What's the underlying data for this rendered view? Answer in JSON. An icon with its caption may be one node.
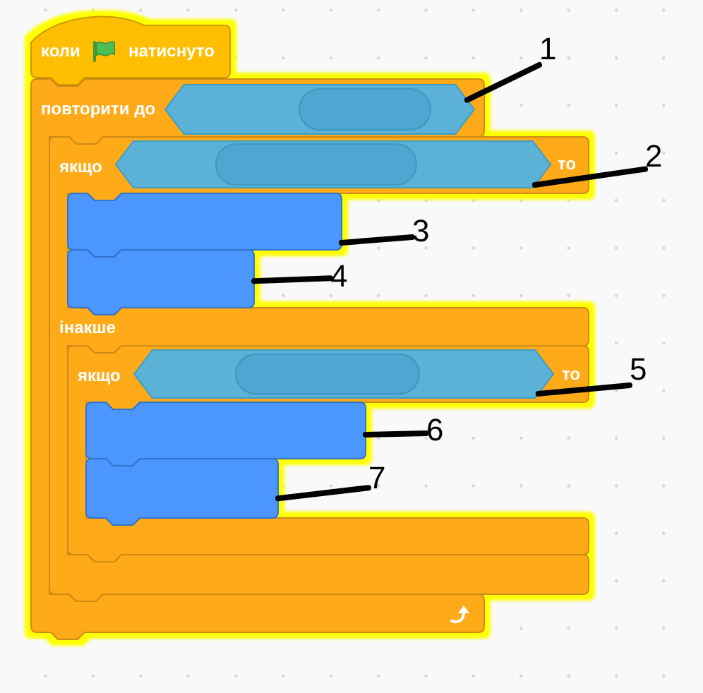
{
  "diagram": {
    "nodes": [
      {
        "text": [
          "коли",
          "натиснуто"
        ]
      },
      {
        "text": [
          "повторити до"
        ]
      },
      {
        "text": [],
        "shape": "hexagon",
        "in": 1
      },
      {
        "text": [
          "якщо",
          "то",
          "інакше"
        ]
      },
      {
        "text": [],
        "shape": "hexagon",
        "in": 3
      },
      {
        "text": [],
        "shape": "box",
        "in": 3
      },
      {
        "text": [],
        "shape": "box",
        "in": 3
      },
      {
        "text": [
          "якщо",
          "то"
        ],
        "in": 3
      },
      {
        "text": [],
        "shape": "hexagon",
        "in": 7
      },
      {
        "text": [],
        "shape": "box",
        "in": 7
      },
      {
        "text": [],
        "shape": "box",
        "in": 7
      },
      {
        "text": [
          "1"
        ]
      },
      {
        "text": [
          "2"
        ]
      },
      {
        "text": [
          "3"
        ]
      },
      {
        "text": [
          "4"
        ]
      },
      {
        "text": [
          "5"
        ]
      },
      {
        "text": [
          "6"
        ]
      },
      {
        "text": [
          "7"
        ]
      }
    ],
    "edges": [
      {
        "from": 11,
        "to": 2,
        "arrow": "none"
      },
      {
        "from": 12,
        "to": 4,
        "arrow": "none"
      },
      {
        "from": 13,
        "to": 5,
        "arrow": "none"
      },
      {
        "from": 14,
        "to": 6,
        "arrow": "none"
      },
      {
        "from": 15,
        "to": 8,
        "arrow": "none"
      },
      {
        "from": 16,
        "to": 9,
        "arrow": "none"
      },
      {
        "from": 17,
        "to": 10,
        "arrow": "none"
      }
    ]
  }
}
